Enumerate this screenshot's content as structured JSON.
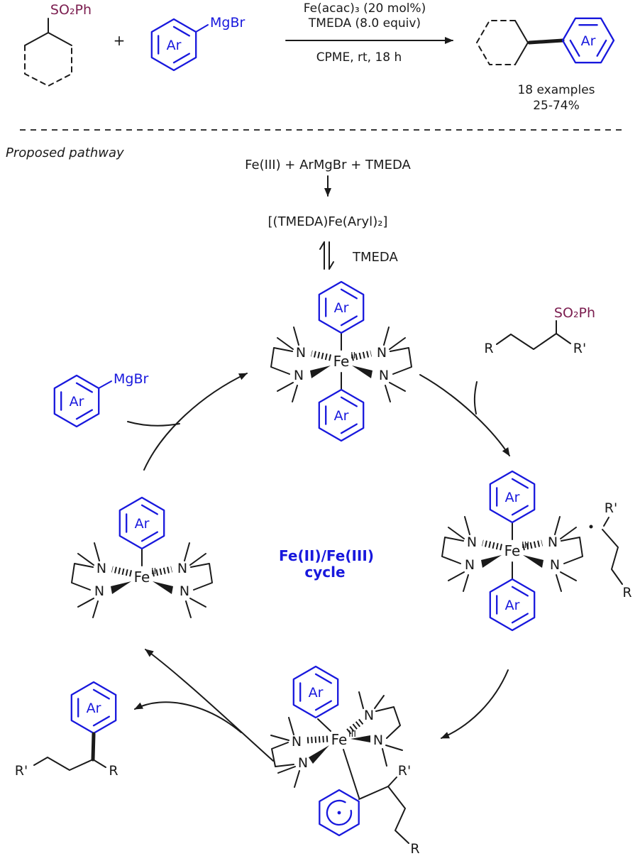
{
  "colors": {
    "blue": "#1818dd",
    "maroon": "#7b1d4f",
    "ink": "#1a1a1a",
    "background": "#ffffff"
  },
  "labels": {
    "so2ph": "SO₂Ph",
    "mgbr": "MgBr",
    "ar": "Ar",
    "plus": "+",
    "r": "R",
    "r_prime": "R'",
    "n": "N",
    "fe": "Fe",
    "ox_ii": "II",
    "ox_iii": "III"
  },
  "reaction": {
    "catalyst": "Fe(acac)₃ (20 mol%)",
    "additive": "TMEDA (8.0 equiv)",
    "conditions": "CPME, rt, 18 h",
    "examples": "18 examples",
    "yield_range": "25-74%"
  },
  "pathway": {
    "title": "Proposed pathway",
    "step1": "Fe(III)  +  ArMgBr  +  TMEDA",
    "intermediate": "[(TMEDA)Fe(Aryl)₂]",
    "equilibrium_label": "TMEDA"
  },
  "cycle": {
    "title_line1": "Fe(II)/Fe(III)",
    "title_line2": "cycle"
  }
}
